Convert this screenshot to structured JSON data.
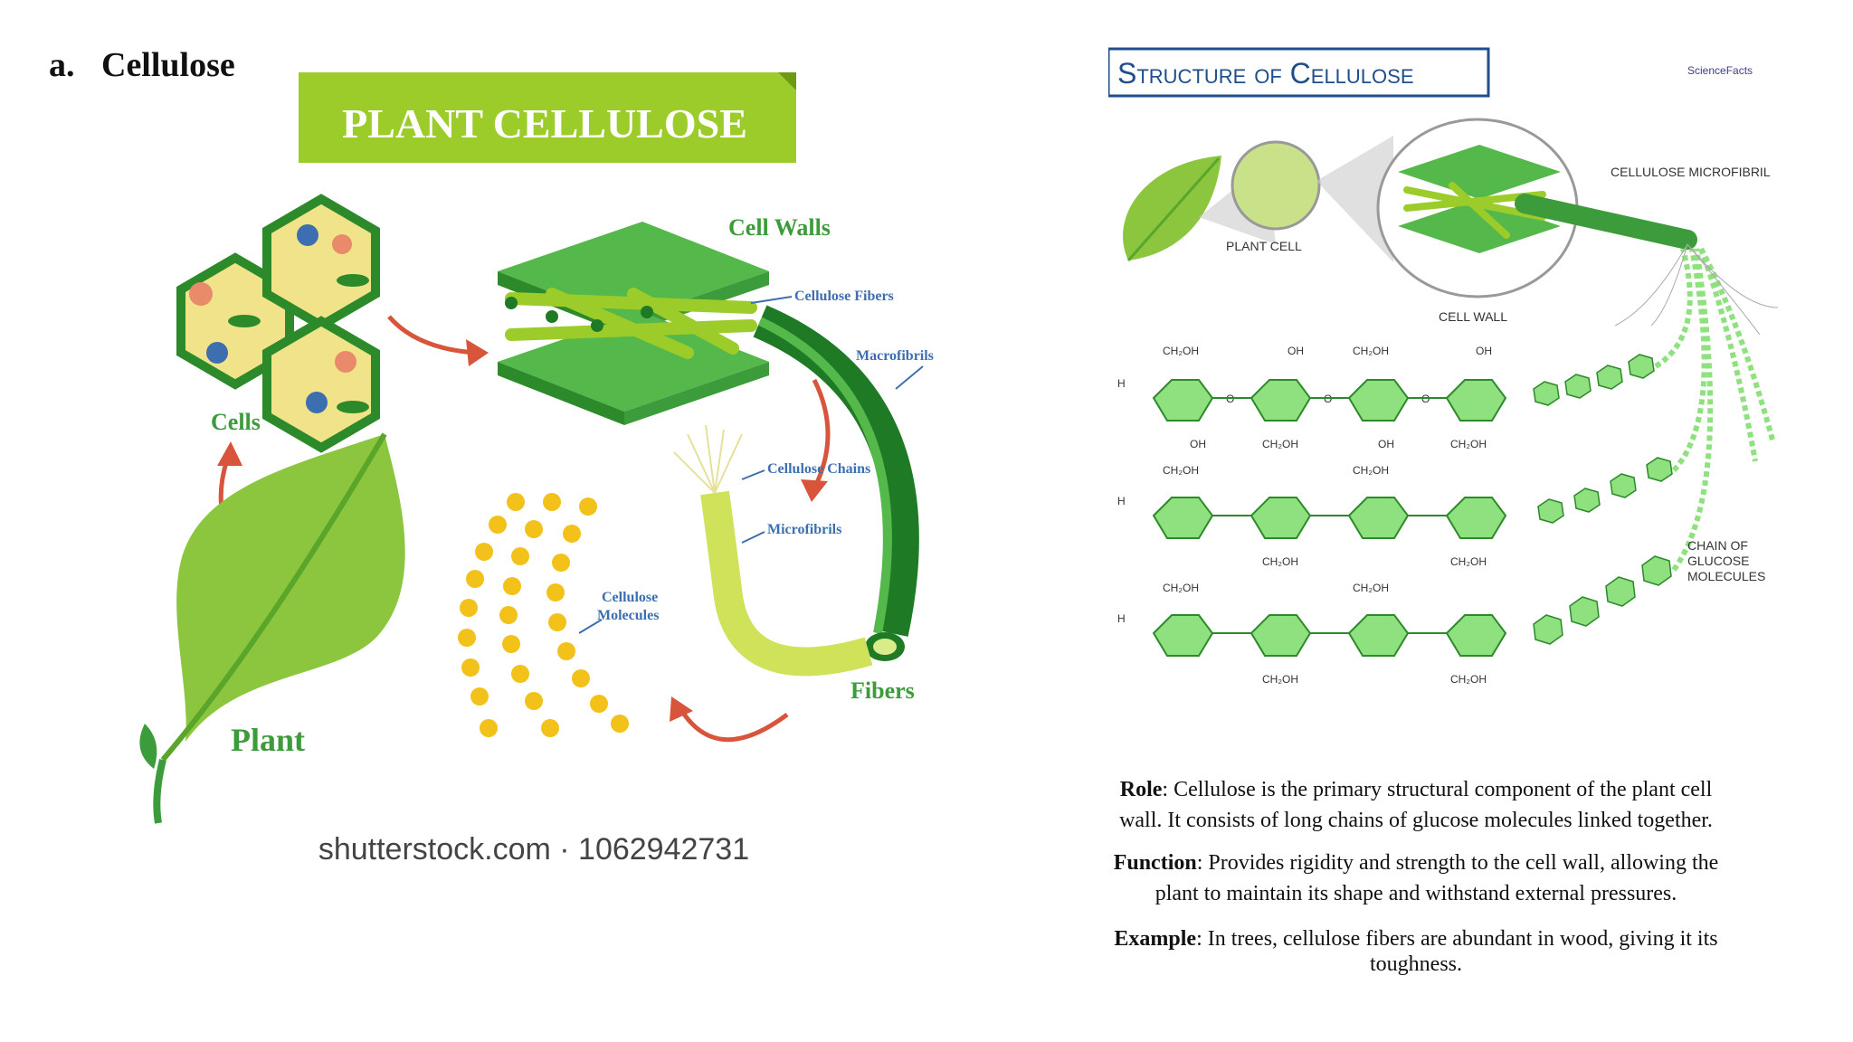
{
  "heading": {
    "number": "a.",
    "title": "Cellulose"
  },
  "left_figure": {
    "banner": "PLANT CELLULOSE",
    "labels": {
      "cell_walls": "Cell Walls",
      "cellulose_fibers": "Cellulose Fibers",
      "macrofibrils": "Macrofibrils",
      "cells": "Cells",
      "cellulose_chains": "Cellulose Chains",
      "microfibrils": "Microfibrils",
      "cellulose_molecules_1": "Cellulose",
      "cellulose_molecules_2": "Molecules",
      "fibers": "Fibers",
      "plant": "Plant"
    },
    "watermark": "shutterstock.com · 1062942731"
  },
  "right_figure": {
    "title": "Structure of Cellulose",
    "logo": "ScienceFacts",
    "labels": {
      "plant_cell": "PLANT CELL",
      "cell_wall": "CELL WALL",
      "microfibril": "CELLULOSE MICROFIBRIL",
      "chain_1": "CHAIN OF",
      "chain_2": "GLUCOSE",
      "chain_3": "MOLECULES"
    },
    "chem": {
      "ch2oh": "CH₂OH",
      "oh": "OH",
      "h": "H",
      "o": "O"
    }
  },
  "text": {
    "role_label": "Role",
    "role_text": ": Cellulose is the primary structural component of the plant cell wall. It consists of long chains of glucose molecules linked together.",
    "function_label": "Function",
    "function_text": ": Provides rigidity and strength to the cell wall, allowing the plant to maintain its shape and withstand external pressures.",
    "example_label": "Example",
    "example_text": ": In trees, cellulose fibers are abundant in wood, giving it its toughness."
  }
}
